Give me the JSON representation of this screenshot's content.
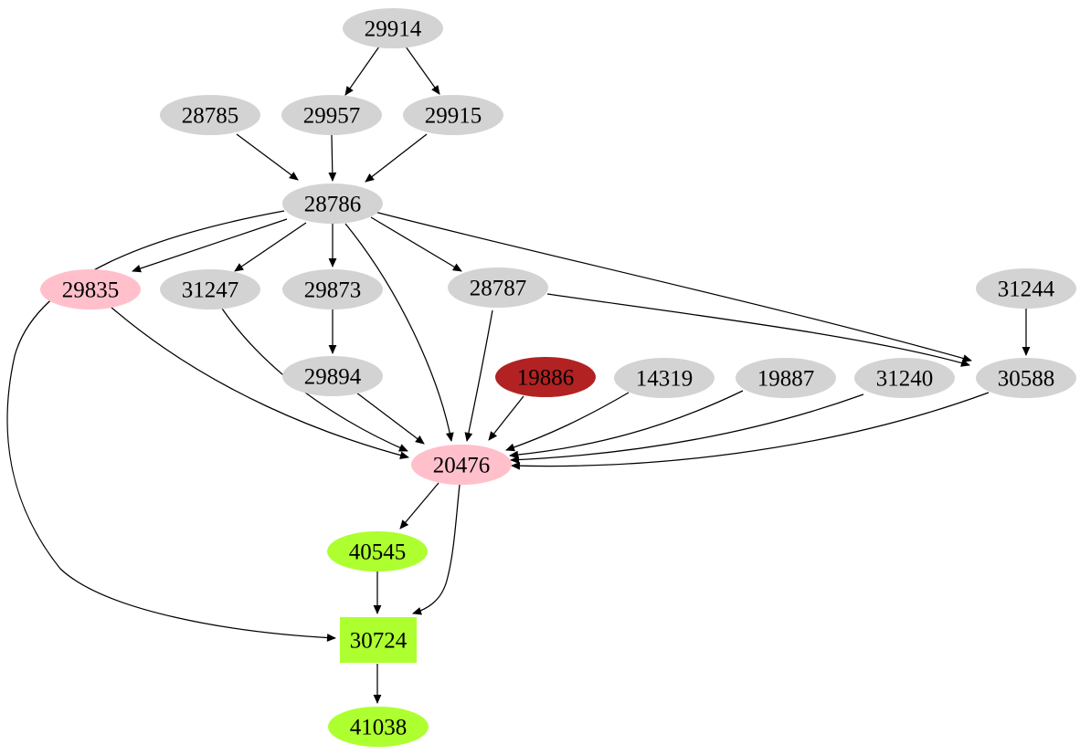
{
  "graph": {
    "type": "directed-graph",
    "style": {
      "background": "#ffffff",
      "edge_color": "#000000",
      "label_color": "#000000",
      "fill_gray": "#d3d3d3",
      "fill_pink": "#ffc0cb",
      "fill_dark_red": "#b22222",
      "fill_green": "#adff2f"
    },
    "nodes": [
      {
        "id": "29914",
        "label": "29914",
        "fill": "#d3d3d3",
        "shape": "ellipse"
      },
      {
        "id": "28785",
        "label": "28785",
        "fill": "#d3d3d3",
        "shape": "ellipse"
      },
      {
        "id": "29957",
        "label": "29957",
        "fill": "#d3d3d3",
        "shape": "ellipse"
      },
      {
        "id": "29915",
        "label": "29915",
        "fill": "#d3d3d3",
        "shape": "ellipse"
      },
      {
        "id": "28786",
        "label": "28786",
        "fill": "#d3d3d3",
        "shape": "ellipse"
      },
      {
        "id": "29835",
        "label": "29835",
        "fill": "#ffc0cb",
        "shape": "ellipse"
      },
      {
        "id": "31247",
        "label": "31247",
        "fill": "#d3d3d3",
        "shape": "ellipse"
      },
      {
        "id": "29873",
        "label": "29873",
        "fill": "#d3d3d3",
        "shape": "ellipse"
      },
      {
        "id": "28787",
        "label": "28787",
        "fill": "#d3d3d3",
        "shape": "ellipse"
      },
      {
        "id": "31244",
        "label": "31244",
        "fill": "#d3d3d3",
        "shape": "ellipse"
      },
      {
        "id": "29894",
        "label": "29894",
        "fill": "#d3d3d3",
        "shape": "ellipse"
      },
      {
        "id": "19886",
        "label": "19886",
        "fill": "#b22222",
        "shape": "ellipse"
      },
      {
        "id": "14319",
        "label": "14319",
        "fill": "#d3d3d3",
        "shape": "ellipse"
      },
      {
        "id": "19887",
        "label": "19887",
        "fill": "#d3d3d3",
        "shape": "ellipse"
      },
      {
        "id": "31240",
        "label": "31240",
        "fill": "#d3d3d3",
        "shape": "ellipse"
      },
      {
        "id": "30588",
        "label": "30588",
        "fill": "#d3d3d3",
        "shape": "ellipse"
      },
      {
        "id": "20476",
        "label": "20476",
        "fill": "#ffc0cb",
        "shape": "ellipse"
      },
      {
        "id": "40545",
        "label": "40545",
        "fill": "#adff2f",
        "shape": "ellipse"
      },
      {
        "id": "30724",
        "label": "30724",
        "fill": "#adff2f",
        "shape": "box"
      },
      {
        "id": "41038",
        "label": "41038",
        "fill": "#adff2f",
        "shape": "ellipse"
      }
    ],
    "edges": [
      {
        "from": "29914",
        "to": "29957"
      },
      {
        "from": "29914",
        "to": "29915"
      },
      {
        "from": "28785",
        "to": "28786"
      },
      {
        "from": "29957",
        "to": "28786"
      },
      {
        "from": "29915",
        "to": "28786"
      },
      {
        "from": "28786",
        "to": "29835"
      },
      {
        "from": "28786",
        "to": "31247"
      },
      {
        "from": "28786",
        "to": "29873"
      },
      {
        "from": "28786",
        "to": "28787"
      },
      {
        "from": "28786",
        "to": "30588"
      },
      {
        "from": "28786",
        "to": "20476"
      },
      {
        "from": "28786",
        "to": "30724"
      },
      {
        "from": "29873",
        "to": "29894"
      },
      {
        "from": "28787",
        "to": "30588"
      },
      {
        "from": "28787",
        "to": "20476"
      },
      {
        "from": "31244",
        "to": "30588"
      },
      {
        "from": "29835",
        "to": "20476"
      },
      {
        "from": "31247",
        "to": "20476"
      },
      {
        "from": "29894",
        "to": "20476"
      },
      {
        "from": "19886",
        "to": "20476"
      },
      {
        "from": "14319",
        "to": "20476"
      },
      {
        "from": "19887",
        "to": "20476"
      },
      {
        "from": "31240",
        "to": "20476"
      },
      {
        "from": "30588",
        "to": "20476"
      },
      {
        "from": "20476",
        "to": "40545"
      },
      {
        "from": "20476",
        "to": "30724"
      },
      {
        "from": "40545",
        "to": "30724"
      },
      {
        "from": "30724",
        "to": "41038"
      }
    ]
  }
}
